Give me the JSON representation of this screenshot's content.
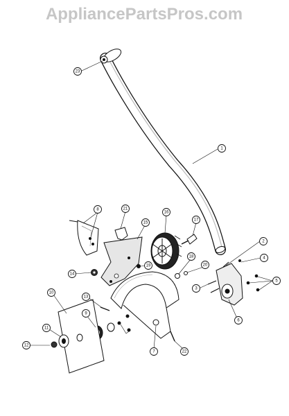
{
  "watermark": "AppliancePartsPros.com",
  "callouts": [
    {
      "id": "callout-1",
      "label": "1"
    },
    {
      "id": "callout-2",
      "label": "2"
    },
    {
      "id": "callout-3",
      "label": "3"
    },
    {
      "id": "callout-4",
      "label": "4"
    },
    {
      "id": "callout-5",
      "label": "5"
    },
    {
      "id": "callout-6",
      "label": "6"
    },
    {
      "id": "callout-7",
      "label": "7"
    },
    {
      "id": "callout-8",
      "label": "8"
    },
    {
      "id": "callout-9",
      "label": "9"
    },
    {
      "id": "callout-10",
      "label": "10"
    },
    {
      "id": "callout-11",
      "label": "11"
    },
    {
      "id": "callout-12",
      "label": "12"
    },
    {
      "id": "callout-13",
      "label": "13"
    },
    {
      "id": "callout-14",
      "label": "14"
    },
    {
      "id": "callout-15",
      "label": "15"
    },
    {
      "id": "callout-16",
      "label": "16"
    },
    {
      "id": "callout-17",
      "label": "17"
    },
    {
      "id": "callout-18",
      "label": "18"
    },
    {
      "id": "callout-19",
      "label": "19"
    },
    {
      "id": "callout-20",
      "label": "20"
    },
    {
      "id": "callout-21",
      "label": "21"
    },
    {
      "id": "callout-22",
      "label": "22"
    },
    {
      "id": "callout-23",
      "label": "23"
    }
  ]
}
